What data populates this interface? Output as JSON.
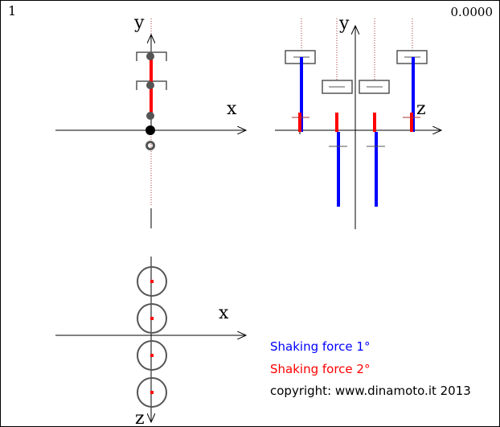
{
  "frame_number": "1",
  "time_readout": "0.0000",
  "axes": {
    "x": "x",
    "y": "y",
    "z": "z"
  },
  "legend": {
    "first_order": "Shaking force 1°",
    "second_order": "Shaking force 2°",
    "copyright": "copyright: www.dinamoto.it 2013"
  },
  "colors": {
    "first_order": "#0000ff",
    "second_order": "#ff0000",
    "axis": "#000000",
    "piston_outline": "#555555",
    "pin": "#555555"
  }
}
